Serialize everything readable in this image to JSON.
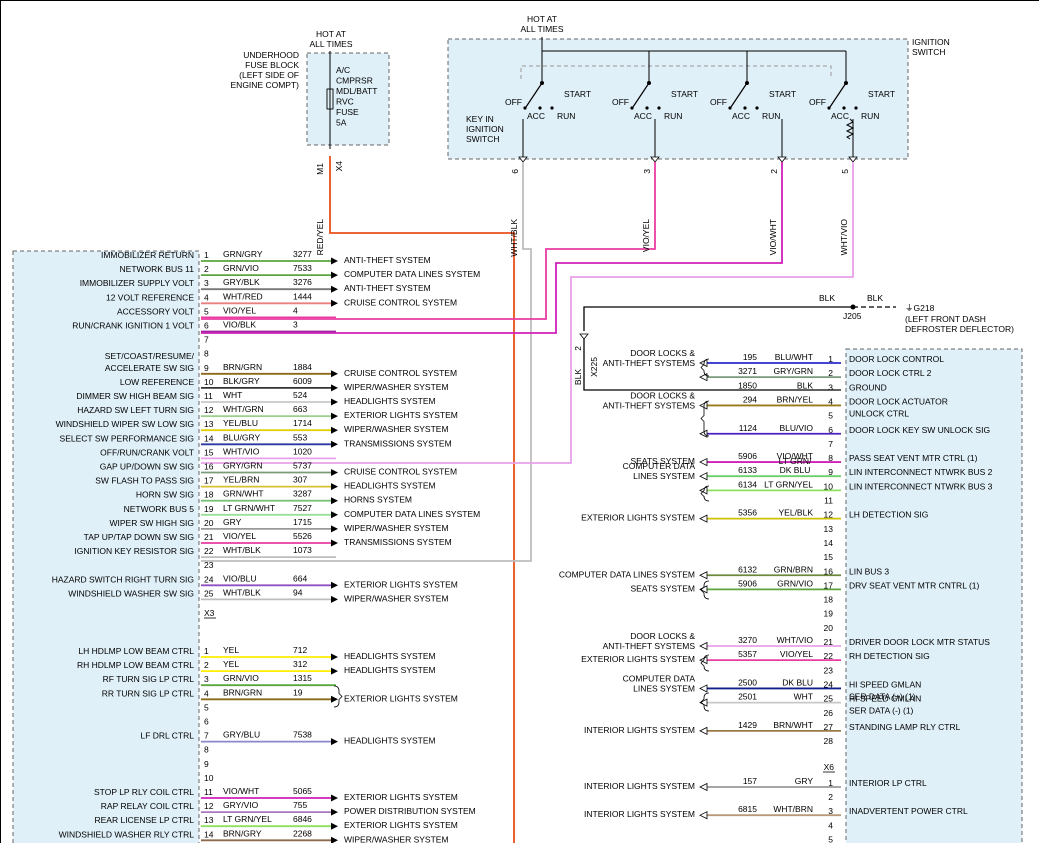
{
  "colors": {
    "RED/YEL": "#e8501c",
    "WHT/BLK": "#bdbdbd",
    "VIO/YEL": "#e83ca0",
    "VIO/WHT": "#d020b8",
    "WHT/VIO": "#e8a0e8",
    "GRN/GRY": "#5aa63c",
    "GRN/VIO": "#5aa63c",
    "GRY/BLK": "#777777",
    "WHT/RED": "#e88080",
    "VIO/BLK": "#a020a0",
    "BRN/GRN": "#8a6a1a",
    "BLK/GRY": "#333333",
    "WHT": "#c8c8c8",
    "WHT/GRN": "#9ad08a",
    "YEL/BLU": "#e0d000",
    "BLU/GRY": "#2a3aa0",
    "GRY/GRN": "#7a9a7a",
    "YEL/BRN": "#d8c030",
    "GRN/WHT": "#7ac07a",
    "LT GRN/WHT": "#9ae09a",
    "GRY": "#999999",
    "VIO/BLU": "#9050c0",
    "YEL": "#ffee00",
    "GRY/BLU": "#8888cc",
    "VIO/WHT2": "#e050d0",
    "GRY/VIO": "#a878c0",
    "LT GRN/YEL": "#8ee060",
    "BRN/GRY": "#8a6a4a",
    "BLU/WHT": "#2a2ad0",
    "GRY/GRN2": "#7a9a7a",
    "BLK": "#222222",
    "BRN/YEL": "#9a7a1a",
    "BLU/VIO": "#4a20c0",
    "LT GRN/DK BLU": "#6ad06a",
    "LT GRN/YEL2": "#8ee060",
    "YEL/BLK": "#d0c000",
    "GRN/BRN": "#6a8a3a",
    "GRN/VIO2": "#6a9a6a",
    "WHT/VIO2": "#e8b8e8",
    "VIO/YEL2": "#e050a0",
    "DK BLU": "#10208a",
    "BRN/WHT": "#9a7a4a",
    "WHT/BRN": "#b89a7a",
    "box": "#e0f0f8"
  },
  "top": {
    "hot_left": [
      "HOT AT",
      "ALL TIMES"
    ],
    "hot_right": [
      "HOT AT",
      "ALL TIMES"
    ],
    "fuse_block": [
      "UNDERHOOD",
      "FUSE BLOCK",
      "(LEFT SIDE OF",
      "ENGINE COMPT)"
    ],
    "fuse_label": [
      "A/C",
      "CMPRSR",
      "MDL/BATT",
      "RVC",
      "FUSE",
      "5A"
    ],
    "fuse_pin": "M1",
    "fuse_conn": "X4",
    "ignition_switch": [
      "IGNITION",
      "SWITCH"
    ],
    "key_in": [
      "KEY IN",
      "IGNITION",
      "SWITCH"
    ],
    "positions": {
      "off": "OFF",
      "acc": "ACC",
      "run": "RUN",
      "start": "START"
    },
    "wire_labels": [
      "RED/YEL",
      "WHT/BLK",
      "VIO/YEL",
      "VIO/WHT",
      "WHT/VIO"
    ],
    "pins": [
      "6",
      "3",
      "2",
      "5"
    ]
  },
  "ground": {
    "wire": "BLK",
    "wire2": "BLK",
    "splice": "J205",
    "ground_id": "G218",
    "ground_loc": [
      "(LEFT FRONT DASH",
      "DEFROSTER DEFLECTOR)"
    ],
    "conn": "X225",
    "pin": "2",
    "wire_v": "BLK"
  },
  "left_module": {
    "group1": [
      {
        "pin": "1",
        "label": "IMMOBILIZER RETURN",
        "color": "GRN/GRY",
        "circuit": "3277",
        "dest": "ANTI-THEFT SYSTEM"
      },
      {
        "pin": "2",
        "label": "NETWORK BUS 11",
        "color": "GRN/VIO",
        "circuit": "7533",
        "dest": "COMPUTER DATA LINES SYSTEM"
      },
      {
        "pin": "3",
        "label": "IMMOBILIZER SUPPLY VOLT",
        "color": "GRY/BLK",
        "circuit": "3276",
        "dest": "ANTI-THEFT SYSTEM"
      },
      {
        "pin": "4",
        "label": "12 VOLT REFERENCE",
        "color": "WHT/RED",
        "circuit": "1444",
        "dest": "CRUISE CONTROL SYSTEM"
      },
      {
        "pin": "5",
        "label": "ACCESSORY VOLT",
        "color": "VIO/YEL",
        "circuit": "4",
        "dest": ""
      },
      {
        "pin": "6",
        "label": "RUN/CRANK IGNITION 1 VOLT",
        "color": "VIO/BLK",
        "circuit": "3",
        "dest": ""
      },
      {
        "pin": "7",
        "label": "",
        "color": "",
        "circuit": "",
        "dest": ""
      },
      {
        "pin": "8",
        "label": "",
        "color": "",
        "circuit": "",
        "dest": ""
      },
      {
        "pin": "9",
        "label": "SET/COAST/RESUME/|ACCELERATE SW SIG",
        "color": "BRN/GRN",
        "circuit": "1884",
        "dest": "CRUISE CONTROL SYSTEM"
      },
      {
        "pin": "10",
        "label": "LOW REFERENCE",
        "color": "BLK/GRY",
        "circuit": "6009",
        "dest": "WIPER/WASHER SYSTEM"
      },
      {
        "pin": "11",
        "label": "DIMMER SW HIGH BEAM SIG",
        "color": "WHT",
        "circuit": "524",
        "dest": "HEADLIGHTS SYSTEM"
      },
      {
        "pin": "12",
        "label": "HAZARD SW LEFT TURN SIG",
        "color": "WHT/GRN",
        "circuit": "663",
        "dest": "EXTERIOR LIGHTS SYSTEM"
      },
      {
        "pin": "13",
        "label": "WINDSHIELD WIPER SW LOW SIG",
        "color": "YEL/BLU",
        "circuit": "1714",
        "dest": "WIPER/WASHER SYSTEM"
      },
      {
        "pin": "14",
        "label": "SELECT SW PERFORMANCE SIG",
        "color": "BLU/GRY",
        "circuit": "553",
        "dest": "TRANSMISSIONS SYSTEM"
      },
      {
        "pin": "15",
        "label": "OFF/RUN/CRANK VOLT",
        "color": "WHT/VIO",
        "circuit": "1020",
        "dest": ""
      },
      {
        "pin": "16",
        "label": "GAP UP/DOWN SW SIG",
        "color": "GRY/GRN",
        "circuit": "5737",
        "dest": "CRUISE CONTROL SYSTEM"
      },
      {
        "pin": "17",
        "label": "SW FLASH TO PASS SIG",
        "color": "YEL/BRN",
        "circuit": "307",
        "dest": "HEADLIGHTS SYSTEM"
      },
      {
        "pin": "18",
        "label": "HORN SW SIG",
        "color": "GRN/WHT",
        "circuit": "3287",
        "dest": "HORNS SYSTEM"
      },
      {
        "pin": "19",
        "label": "NETWORK BUS 5",
        "color": "LT GRN/WHT",
        "circuit": "7527",
        "dest": "COMPUTER DATA LINES SYSTEM"
      },
      {
        "pin": "20",
        "label": "WIPER SW HIGH SIG",
        "color": "GRY",
        "circuit": "1715",
        "dest": "WIPER/WASHER SYSTEM"
      },
      {
        "pin": "21",
        "label": "TAP UP/TAP DOWN SW SIG",
        "color": "VIO/YEL",
        "circuit": "5526",
        "dest": "TRANSMISSIONS SYSTEM"
      },
      {
        "pin": "22",
        "label": "IGNITION KEY RESISTOR SIG",
        "color": "WHT/BLK",
        "circuit": "1073",
        "dest": ""
      },
      {
        "pin": "23",
        "label": "",
        "color": "",
        "circuit": "",
        "dest": ""
      },
      {
        "pin": "24",
        "label": "HAZARD SWITCH RIGHT TURN SIG",
        "color": "VIO/BLU",
        "circuit": "664",
        "dest": "EXTERIOR LIGHTS SYSTEM"
      },
      {
        "pin": "25",
        "label": "WINDSHIELD WASHER SW SIG",
        "color": "WHT/BLK",
        "circuit": "94",
        "dest": "WIPER/WASHER SYSTEM"
      }
    ],
    "group1_conn": "X3",
    "group2": [
      {
        "pin": "1",
        "label": "LH HDLMP LOW BEAM CTRL",
        "color": "YEL",
        "circuit": "712",
        "dest": "HEADLIGHTS SYSTEM"
      },
      {
        "pin": "2",
        "label": "RH HDLMP LOW BEAM CTRL",
        "color": "YEL",
        "circuit": "312",
        "dest": "HEADLIGHTS SYSTEM"
      },
      {
        "pin": "3",
        "label": "RF TURN SIG LP CTRL",
        "color": "GRN/VIO",
        "circuit": "1315",
        "dest": ""
      },
      {
        "pin": "4",
        "label": "RR TURN SIG LP CTRL",
        "color": "BRN/GRN",
        "circuit": "19",
        "dest": "EXTERIOR LIGHTS SYSTEM"
      },
      {
        "pin": "5",
        "label": "",
        "color": "",
        "circuit": "",
        "dest": ""
      },
      {
        "pin": "6",
        "label": "",
        "color": "",
        "circuit": "",
        "dest": ""
      },
      {
        "pin": "7",
        "label": "LF DRL CTRL",
        "color": "GRY/BLU",
        "circuit": "7538",
        "dest": "HEADLIGHTS SYSTEM"
      },
      {
        "pin": "8",
        "label": "",
        "color": "",
        "circuit": "",
        "dest": ""
      },
      {
        "pin": "9",
        "label": "",
        "color": "",
        "circuit": "",
        "dest": ""
      },
      {
        "pin": "10",
        "label": "",
        "color": "",
        "circuit": "",
        "dest": ""
      },
      {
        "pin": "11",
        "label": "STOP LP RLY COIL CTRL",
        "color": "VIO/WHT",
        "circuit": "5065",
        "dest": "EXTERIOR LIGHTS SYSTEM"
      },
      {
        "pin": "12",
        "label": "RAP RELAY COIL CTRL",
        "color": "GRY/VIO",
        "circuit": "755",
        "dest": "POWER DISTRIBUTION SYSTEM"
      },
      {
        "pin": "13",
        "label": "REAR LICENSE LP CTRL",
        "color": "LT GRN/YEL",
        "circuit": "6846",
        "dest": "EXTERIOR LIGHTS SYSTEM"
      },
      {
        "pin": "14",
        "label": "WINDSHIELD WASHER RLY CTRL",
        "color": "BRN/GRY",
        "circuit": "2268",
        "dest": "WIPER/WASHER SYSTEM"
      }
    ]
  },
  "right_module": {
    "rows": [
      {
        "pin": "1",
        "label": "DOOR LOCK CONTROL",
        "color": "BLU/WHT",
        "circuit": "195",
        "src": "DOOR LOCKS &|ANTI-THEFT SYSTEMS"
      },
      {
        "pin": "2",
        "label": "DOOR LOCK CTRL 2",
        "color": "GRY/GRN",
        "circuit": "3271",
        "src": ""
      },
      {
        "pin": "3",
        "label": "GROUND",
        "color": "BLK",
        "circuit": "1850",
        "src": ""
      },
      {
        "pin": "4",
        "label": "DOOR LOCK ACTUATOR|UNLOCK CTRL",
        "color": "BRN/YEL",
        "circuit": "294",
        "src": "DOOR LOCKS &|ANTI-THEFT SYSTEMS"
      },
      {
        "pin": "5",
        "label": "",
        "color": "",
        "circuit": "",
        "src": ""
      },
      {
        "pin": "6",
        "label": "DOOR LOCK KEY SW UNLOCK SIG",
        "color": "BLU/VIO",
        "circuit": "1124",
        "src": ""
      },
      {
        "pin": "7",
        "label": "",
        "color": "",
        "circuit": "",
        "src": ""
      },
      {
        "pin": "8",
        "label": "PASS SEAT VENT MTR CTRL (1)",
        "color": "VIO/WHT",
        "circuit": "5906",
        "src": "SEATS SYSTEM"
      },
      {
        "pin": "9",
        "label": "LIN INTERCONNECT NTWRK BUS 2",
        "color": "LT GRN/DK BLU",
        "circuit": "6133",
        "src": "COMPUTER DATA|LINES SYSTEM"
      },
      {
        "pin": "10",
        "label": "LIN INTERCONNECT NTWRK BUS 3",
        "color": "LT GRN/YEL",
        "circuit": "6134",
        "src": ""
      },
      {
        "pin": "11",
        "label": "",
        "color": "",
        "circuit": "",
        "src": ""
      },
      {
        "pin": "12",
        "label": "LH DETECTION SIG",
        "color": "YEL/BLK",
        "circuit": "5356",
        "src": "EXTERIOR LIGHTS SYSTEM"
      },
      {
        "pin": "13",
        "label": "",
        "color": "",
        "circuit": "",
        "src": ""
      },
      {
        "pin": "14",
        "label": "",
        "color": "",
        "circuit": "",
        "src": ""
      },
      {
        "pin": "15",
        "label": "",
        "color": "",
        "circuit": "",
        "src": ""
      },
      {
        "pin": "16",
        "label": "LIN BUS 3",
        "color": "GRN/BRN",
        "circuit": "6132",
        "src": "COMPUTER DATA LINES SYSTEM"
      },
      {
        "pin": "17",
        "label": "DRV SEAT VENT MTR CNTRL (1)",
        "color": "GRN/VIO",
        "circuit": "5906",
        "src": "SEATS SYSTEM"
      },
      {
        "pin": "18",
        "label": "",
        "color": "",
        "circuit": "",
        "src": ""
      },
      {
        "pin": "19",
        "label": "",
        "color": "",
        "circuit": "",
        "src": ""
      },
      {
        "pin": "20",
        "label": "",
        "color": "",
        "circuit": "",
        "src": ""
      },
      {
        "pin": "21",
        "label": "DRIVER DOOR LOCK MTR STATUS",
        "color": "WHT/VIO",
        "circuit": "3270",
        "src": "DOOR LOCKS &|ANTI-THEFT SYSTEMS"
      },
      {
        "pin": "22",
        "label": "RH DETECTION SIG",
        "color": "VIO/YEL",
        "circuit": "5357",
        "src": "EXTERIOR LIGHTS SYSTEM"
      },
      {
        "pin": "23",
        "label": "",
        "color": "",
        "circuit": "",
        "src": ""
      },
      {
        "pin": "24",
        "label": "HI SPEED GMLAN|SER DATA (+) (1)",
        "color": "DK BLU",
        "circuit": "2500",
        "src": "COMPUTER DATA|LINES SYSTEM"
      },
      {
        "pin": "25",
        "label": "HI SPEED GMLAN|SER DATA (-) (1)",
        "color": "WHT",
        "circuit": "2501",
        "src": ""
      },
      {
        "pin": "26",
        "label": "",
        "color": "",
        "circuit": "",
        "src": ""
      },
      {
        "pin": "27",
        "label": "STANDING LAMP RLY CTRL",
        "color": "BRN/WHT",
        "circuit": "1429",
        "src": "INTERIOR LIGHTS SYSTEM"
      },
      {
        "pin": "28",
        "label": "",
        "color": "",
        "circuit": "",
        "src": ""
      }
    ],
    "conn": "X6",
    "rows2": [
      {
        "pin": "1",
        "label": "INTERIOR LP CTRL",
        "color": "GRY",
        "circuit": "157",
        "src": "INTERIOR LIGHTS SYSTEM"
      },
      {
        "pin": "2",
        "label": "",
        "color": "",
        "circuit": "",
        "src": ""
      },
      {
        "pin": "3",
        "label": "INADVERTENT POWER CTRL",
        "color": "WHT/BRN",
        "circuit": "6815",
        "src": "INTERIOR LIGHTS SYSTEM"
      },
      {
        "pin": "4",
        "label": "",
        "color": "",
        "circuit": "",
        "src": ""
      },
      {
        "pin": "5",
        "label": "",
        "color": "",
        "circuit": "",
        "src": ""
      }
    ]
  }
}
